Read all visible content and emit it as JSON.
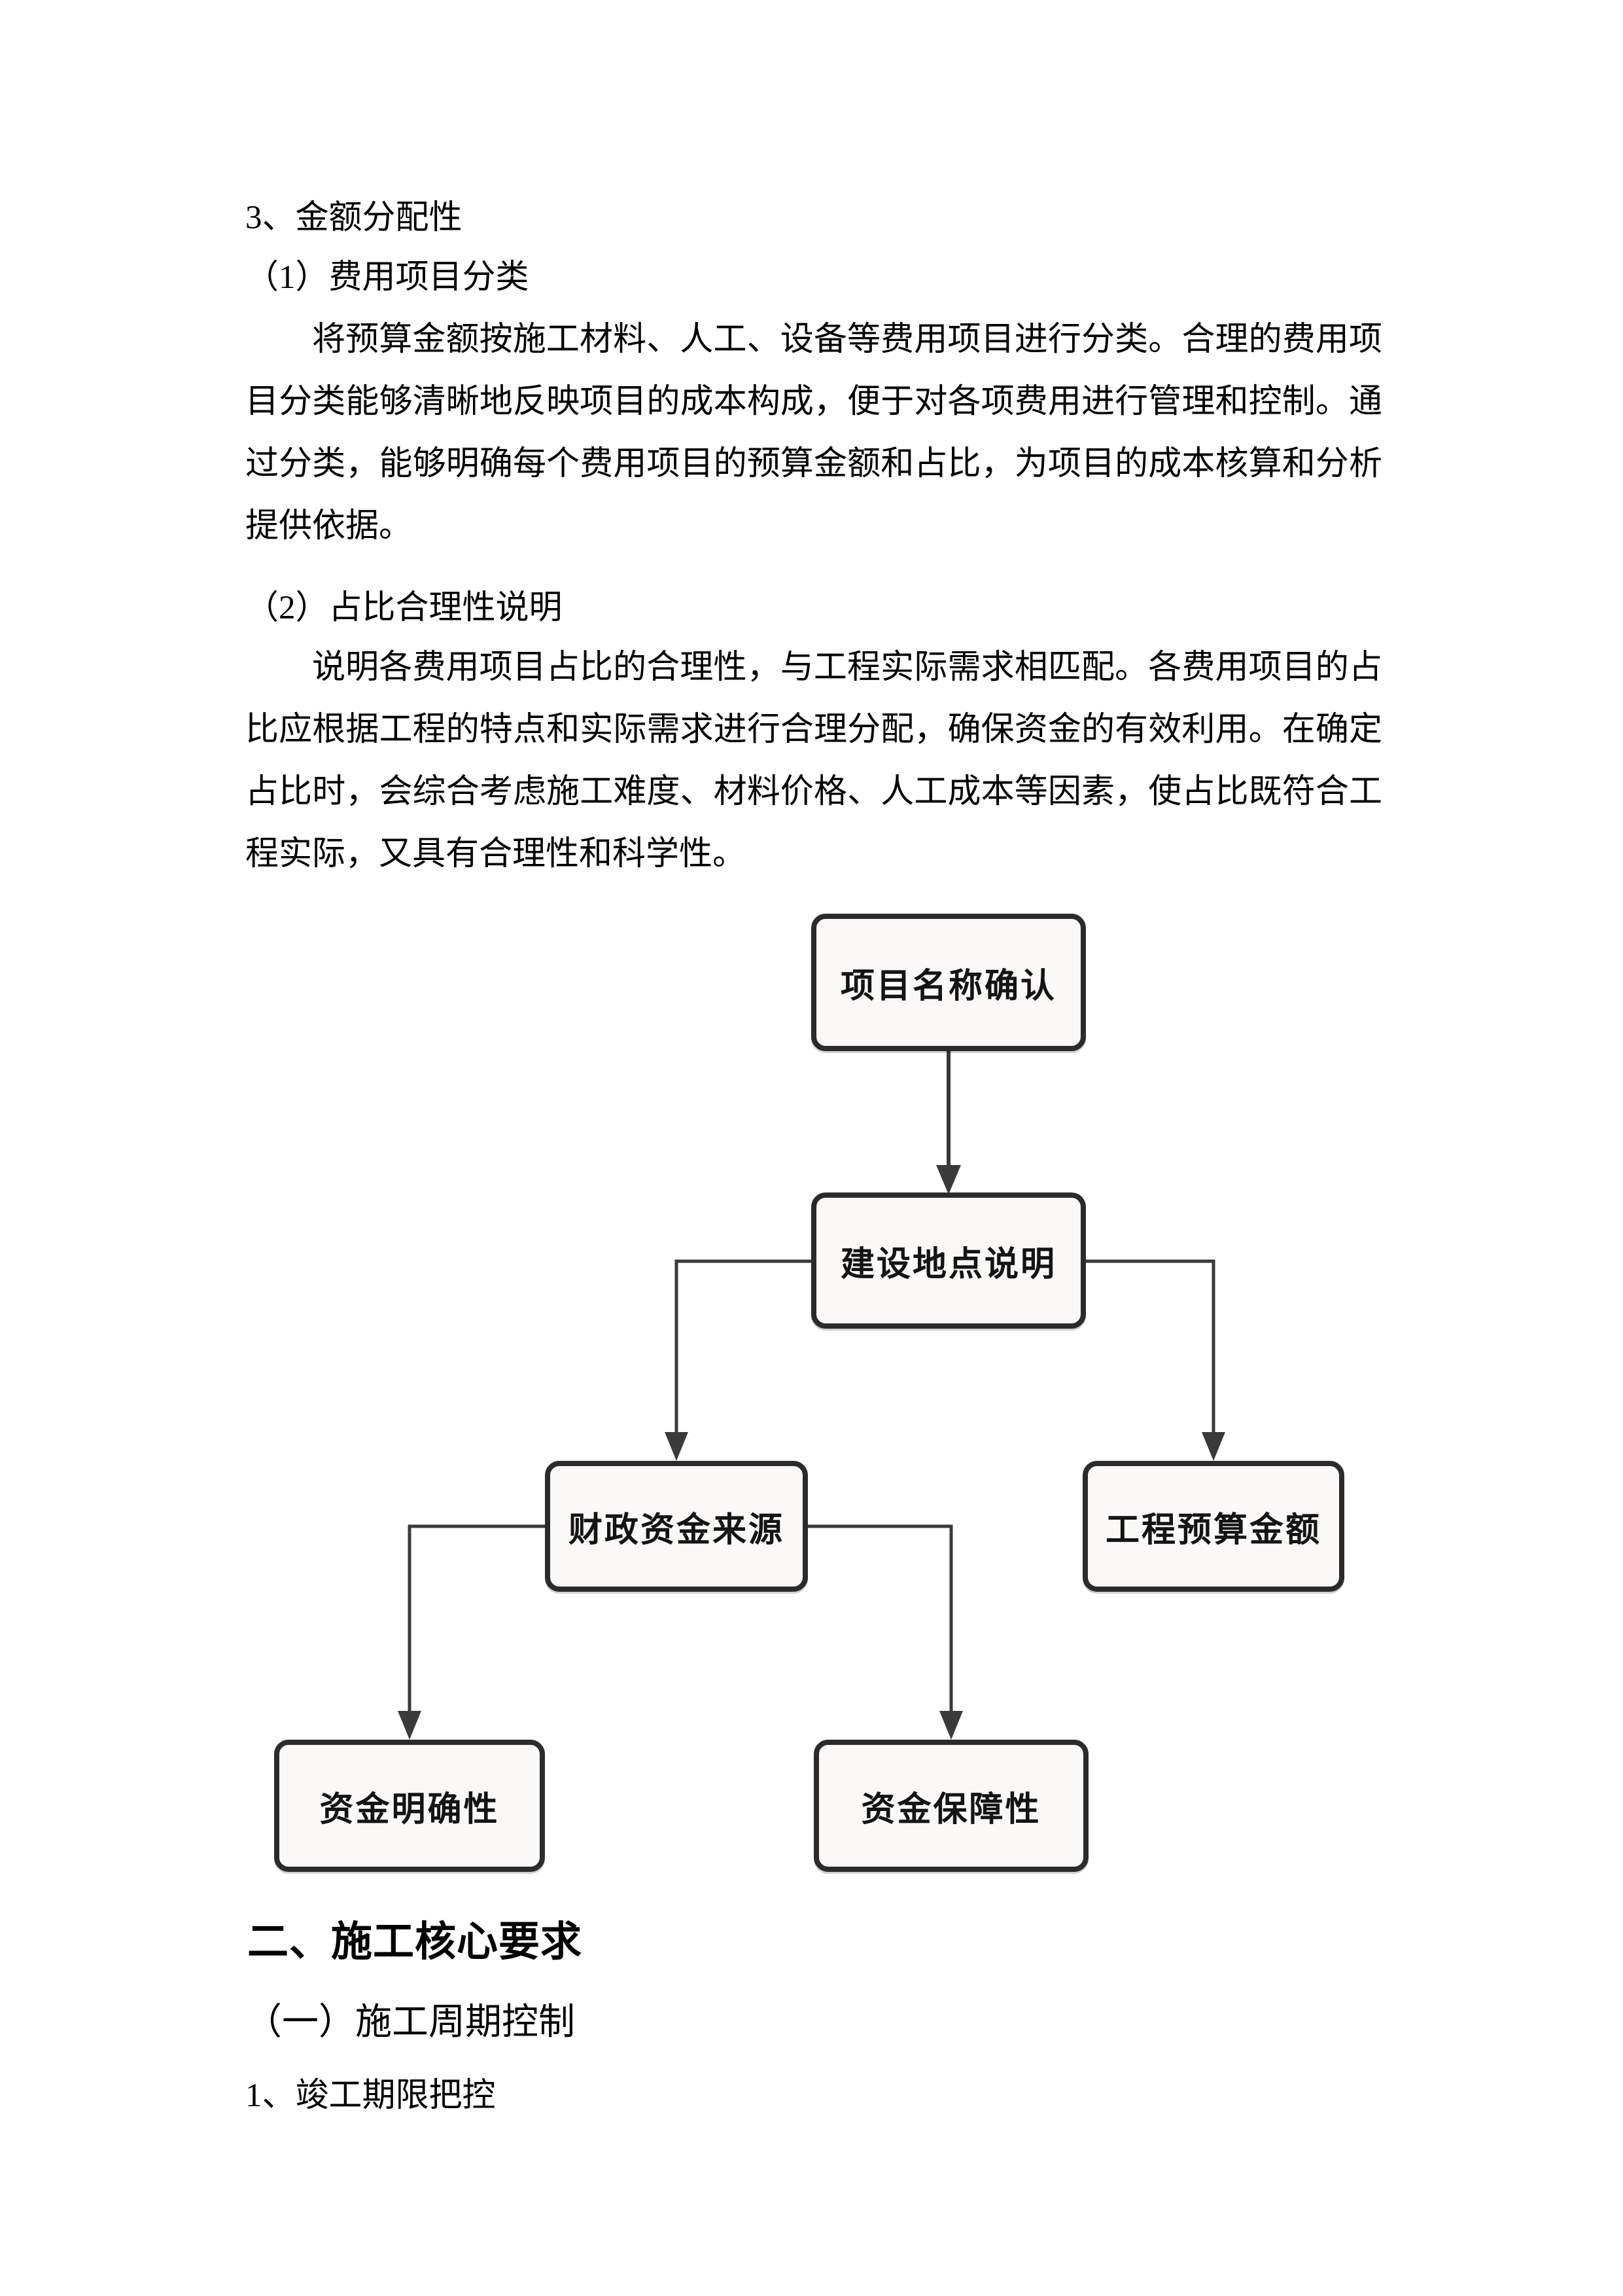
{
  "page": {
    "background": "#ffffff",
    "text_color": "#000000"
  },
  "document": {
    "item3_heading": "3、金额分配性",
    "sub1_heading": "（1）费用项目分类",
    "sub1_paragraph": "将预算金额按施工材料、人工、设备等费用项目进行分类。合理的费用项目分类能够清晰地反映项目的成本构成，便于对各项费用进行管理和控制。通过分类，能够明确每个费用项目的预算金额和占比，为项目的成本核算和分析提供依据。",
    "sub2_heading": "（2）占比合理性说明",
    "sub2_paragraph": "说明各费用项目占比的合理性，与工程实际需求相匹配。各费用项目的占比应根据工程的特点和实际需求进行合理分配，确保资金的有效利用。在确定占比时，会综合考虑施工难度、材料价格、人工成本等因素，使占比既符合工程实际，又具有合理性和科学性。",
    "section2_heading": "二、施工核心要求",
    "section2_sub_heading": "（一）施工周期控制",
    "section2_item1": "1、竣工期限把控"
  },
  "flowchart": {
    "nodes": [
      {
        "label": "项目名称确认"
      },
      {
        "label": "建设地点说明"
      },
      {
        "label": "财政资金来源"
      },
      {
        "label": "工程预算金额"
      },
      {
        "label": "资金明确性"
      },
      {
        "label": "资金保障性"
      }
    ],
    "edges": [
      {
        "from": "项目名称确认",
        "to": "建设地点说明"
      },
      {
        "from": "建设地点说明",
        "to": "财政资金来源"
      },
      {
        "from": "建设地点说明",
        "to": "工程预算金额"
      },
      {
        "from": "财政资金来源",
        "to": "资金明确性"
      },
      {
        "from": "财政资金来源",
        "to": "资金保障性"
      }
    ],
    "colors": {
      "node_border": "#2b2b2b",
      "node_fill": "#faf9f7",
      "connector": "#3a3a3a"
    }
  }
}
